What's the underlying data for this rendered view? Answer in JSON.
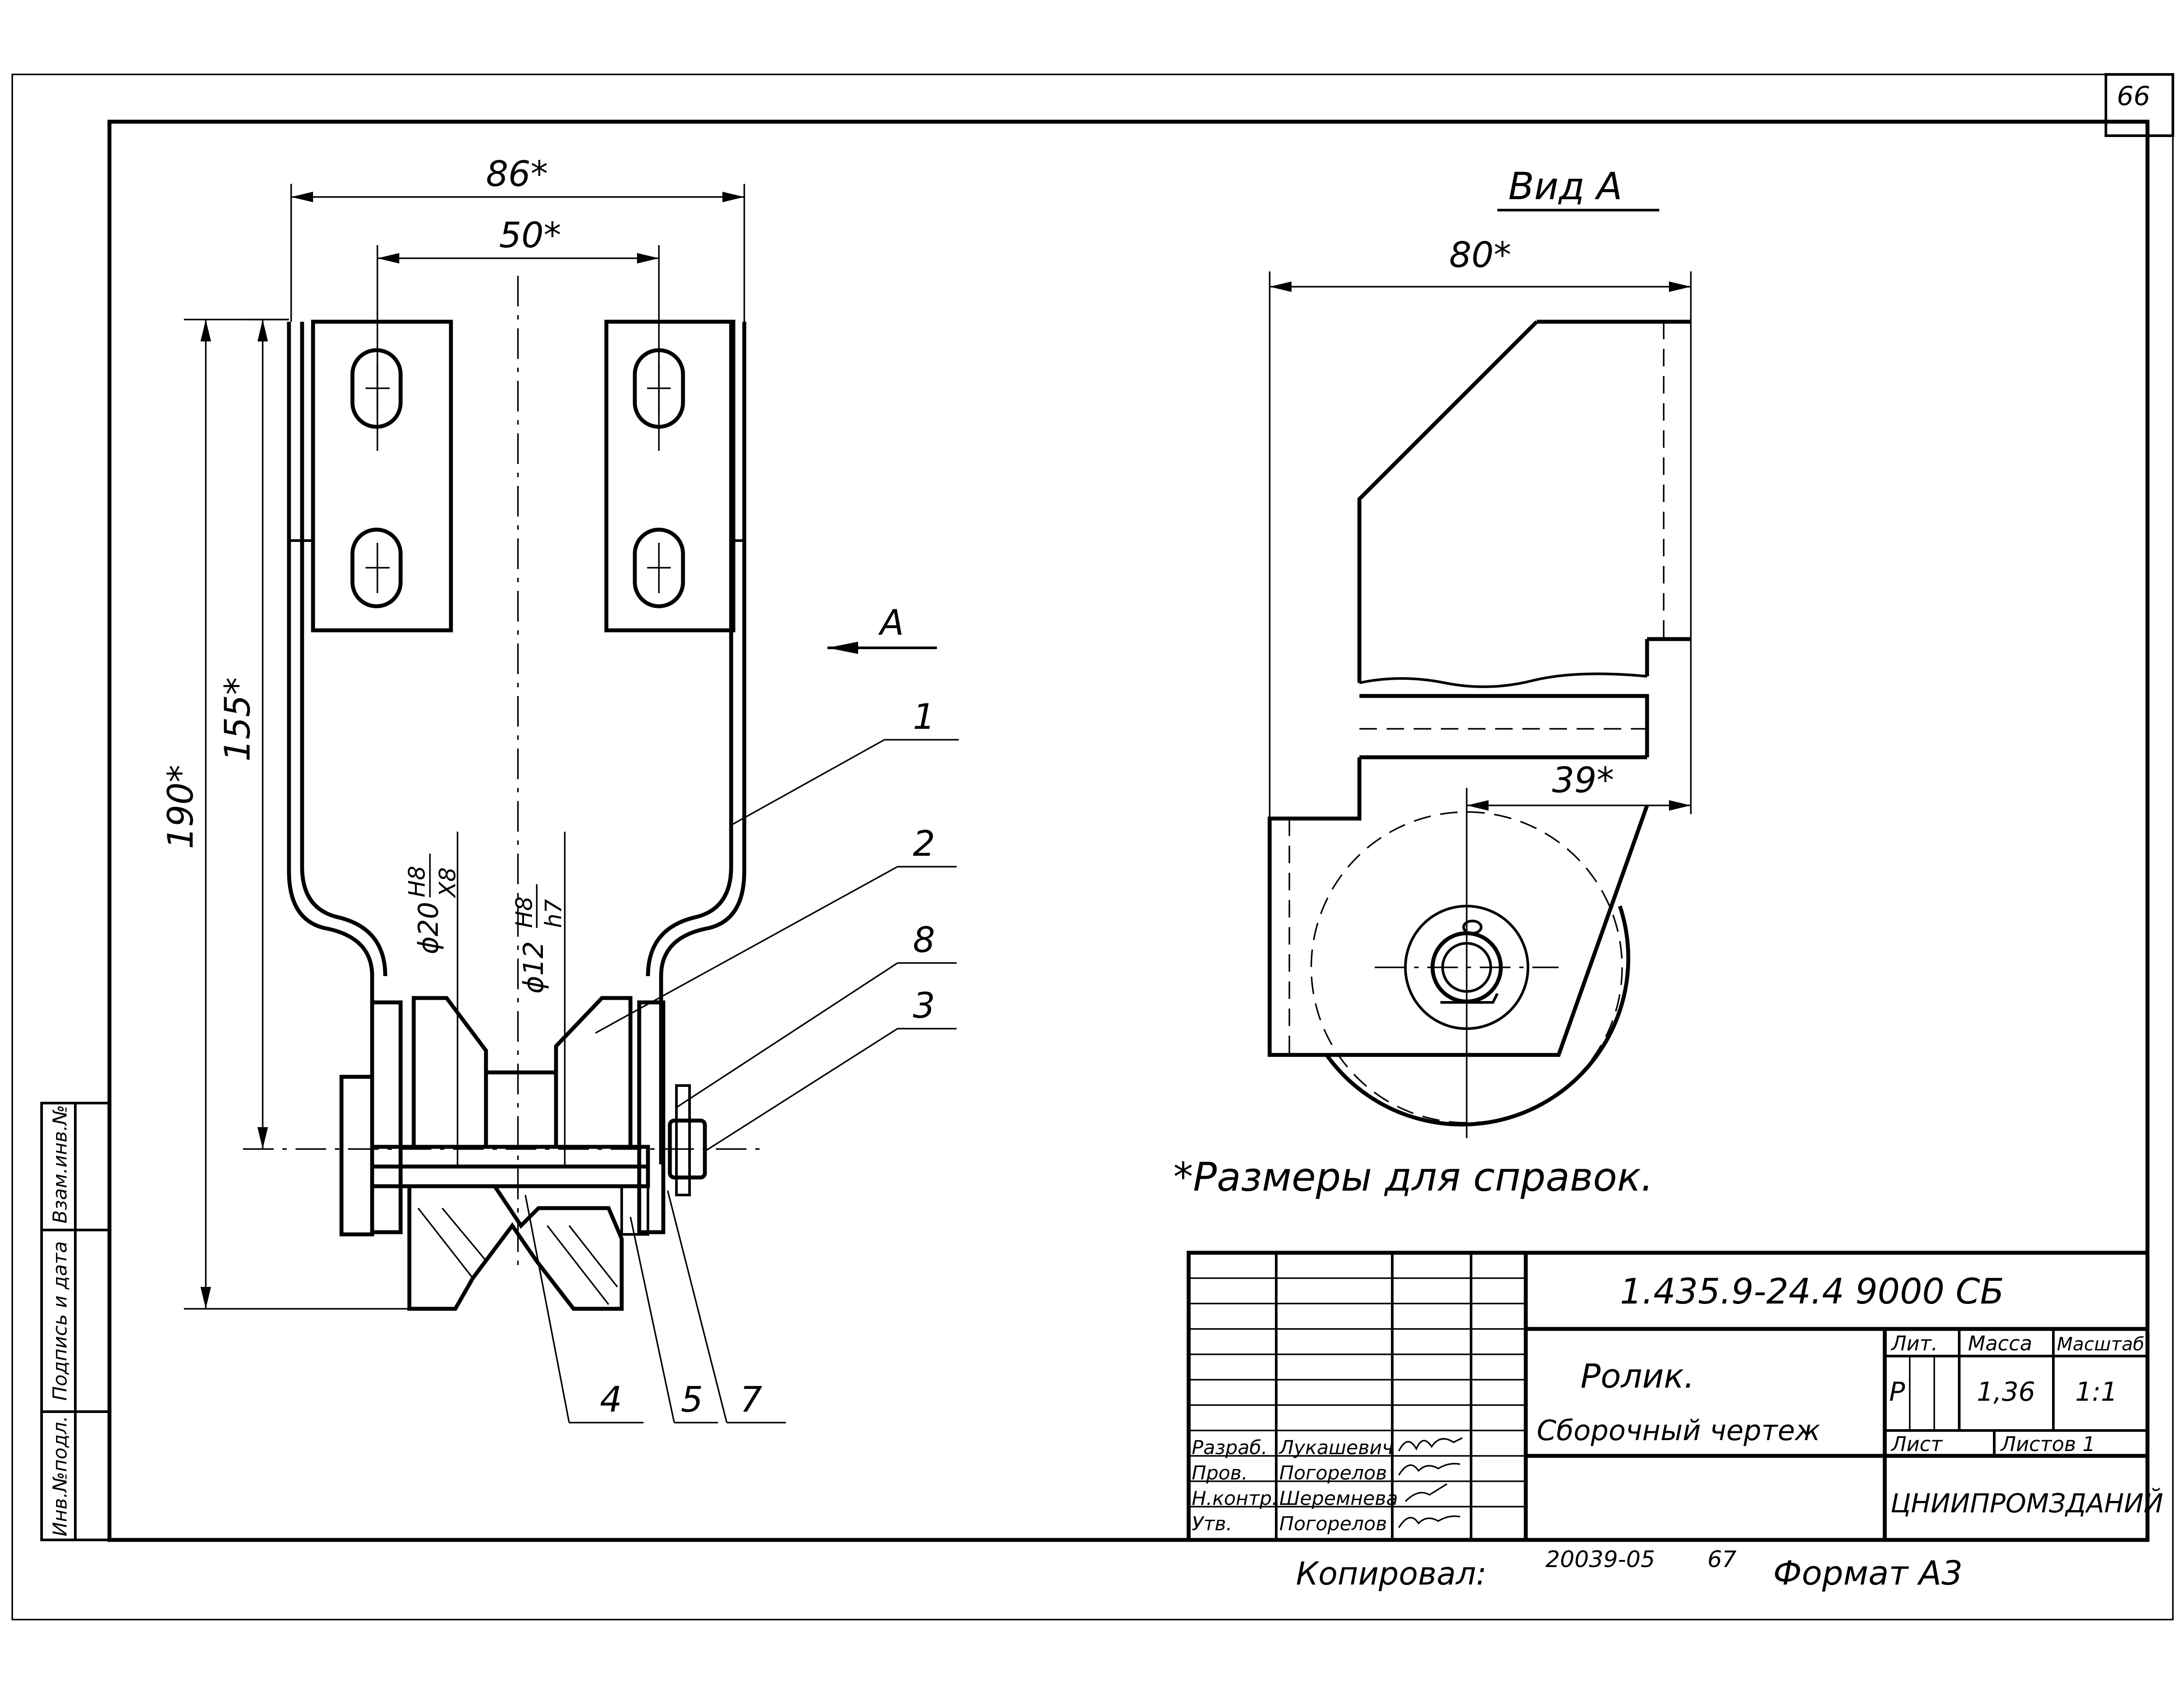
{
  "sheet": {
    "page_number": "66",
    "copied_by_label": "Копировал:",
    "order_number": "20039-05",
    "copy_page": "67",
    "format_label": "Формат A3"
  },
  "left_view": {
    "dim_86": "86*",
    "dim_50": "50*",
    "dim_190": "190*",
    "dim_155": "155*",
    "fit_20": "ϕ20",
    "fit_20_num": "H8",
    "fit_20_den": "X8",
    "fit_12": "ϕ12",
    "fit_12_num": "H8",
    "fit_12_den": "h7",
    "view_arrow_label": "A",
    "leaders": [
      "1",
      "2",
      "8",
      "3",
      "4",
      "5",
      "7"
    ]
  },
  "right_view": {
    "title": "Вид A",
    "dim_80": "80*",
    "dim_39": "39*"
  },
  "note": "*Размеры для справок.",
  "side_stamp": [
    "Инв.№подл.",
    "Подпись и дата",
    "Взам.инв.№"
  ],
  "title_block": {
    "designation": "1.435.9-24.4  9000 СБ",
    "name_line1": "Ролик.",
    "name_line2": "Сборочный  чертеж",
    "header_lit": "Лит.",
    "header_mass": "Масса",
    "header_scale": "Масштаб",
    "lit_value": "Р",
    "mass_value": "1,36",
    "scale_value": "1:1",
    "sheet_label": "Лист",
    "sheets_label": "Листов 1",
    "organization": "ЦНИИПРОМЗДАНИЙ",
    "roles": [
      "Разраб.",
      "Пров.",
      "Н.контр.",
      "Утв."
    ],
    "names": [
      "Лукашевич",
      "Погорелов",
      "Шеремнева",
      "Погорелов"
    ]
  }
}
